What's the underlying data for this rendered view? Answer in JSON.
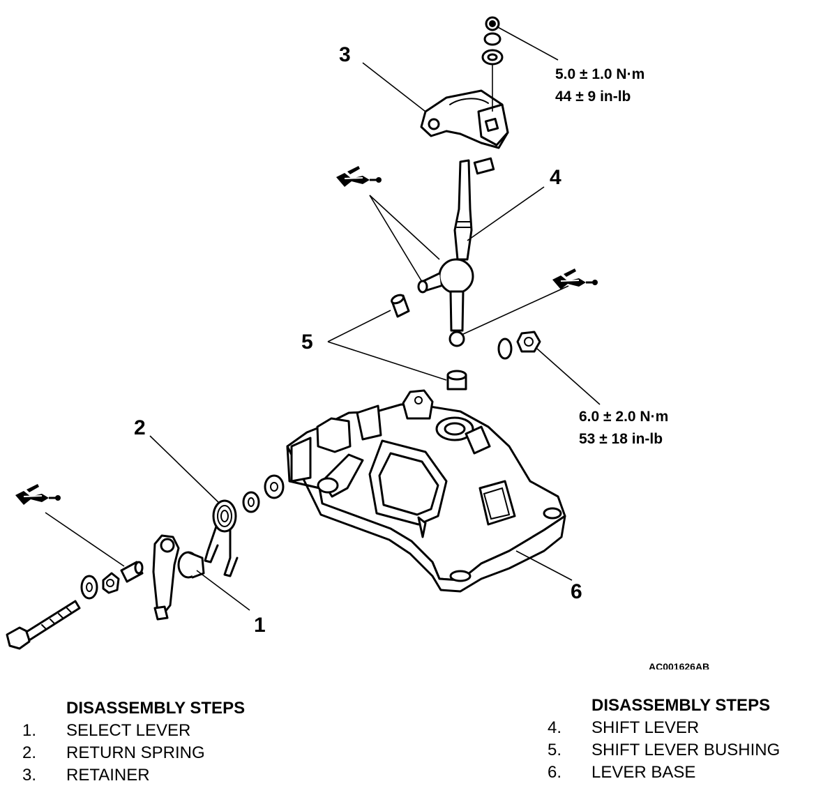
{
  "figure_id": "AC001626AB",
  "callouts": [
    "1",
    "2",
    "3",
    "4",
    "5",
    "6"
  ],
  "torque_specs": [
    {
      "metric": "5.0 ± 1.0 N·m",
      "imperial": "44 ± 9 in-lb"
    },
    {
      "metric": "6.0 ± 2.0 N·m",
      "imperial": "53 ± 18 in-lb"
    }
  ],
  "steps_left": {
    "title": "DISASSEMBLY STEPS",
    "items": [
      {
        "num": "1.",
        "label": "SELECT LEVER"
      },
      {
        "num": "2.",
        "label": "RETURN SPRING"
      },
      {
        "num": "3.",
        "label": "RETAINER"
      }
    ]
  },
  "steps_right": {
    "title": "DISASSEMBLY STEPS",
    "items": [
      {
        "num": "4.",
        "label": "SHIFT LEVER"
      },
      {
        "num": "5.",
        "label": "SHIFT LEVER BUSHING"
      },
      {
        "num": "6.",
        "label": "LEVER BASE"
      }
    ]
  },
  "icons": [
    "grease-gun-icon"
  ]
}
